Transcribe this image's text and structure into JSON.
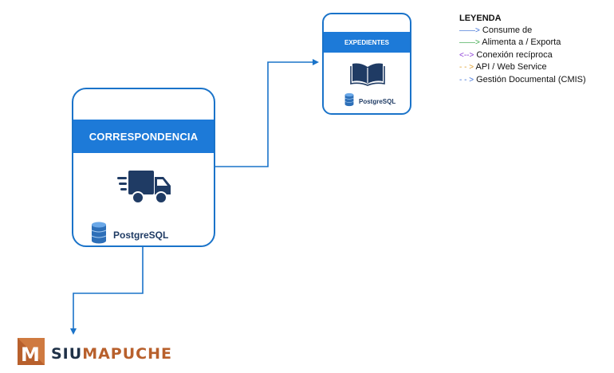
{
  "nodes": {
    "correspondencia": {
      "title": "CORRESPONDENCIA",
      "db_label": "PostgreSQL",
      "icon": "truck-icon"
    },
    "expedientes": {
      "title": "EXPEDIENTES",
      "db_label": "PostgreSQL",
      "icon": "book-icon"
    }
  },
  "connections": [
    {
      "from": "CORRESPONDENCIA",
      "to": "EXPEDIENTES",
      "style": "solid",
      "color": "#1a73c9"
    },
    {
      "from": "CORRESPONDENCIA",
      "to": "SIU MAPUCHE",
      "style": "solid",
      "color": "#1a73c9"
    }
  ],
  "legend": {
    "title": "LEYENDA",
    "items": [
      {
        "marker": "——>",
        "label": "Consume de",
        "color": "#3b6fd6"
      },
      {
        "marker": "——>",
        "label": "Alimenta a / Exporta",
        "color": "#3aa84a"
      },
      {
        "marker": "<-->",
        "label": "Conexión recíproca",
        "color": "#8a3bd6"
      },
      {
        "marker": "- - >",
        "label": "API / Web Service",
        "color": "#e0a030"
      },
      {
        "marker": "- - >",
        "label": "Gestión Documental (CMIS)",
        "color": "#3b6fd6"
      }
    ]
  },
  "logo": {
    "siu": "SIU",
    "brand": "MAPUCHE",
    "mark": "M",
    "brand_color": "#b8602c",
    "siu_color": "#1f3147"
  },
  "colors": {
    "accent": "#1d7ad8",
    "border": "#1a73c9",
    "db_label": "#1f3b64"
  }
}
